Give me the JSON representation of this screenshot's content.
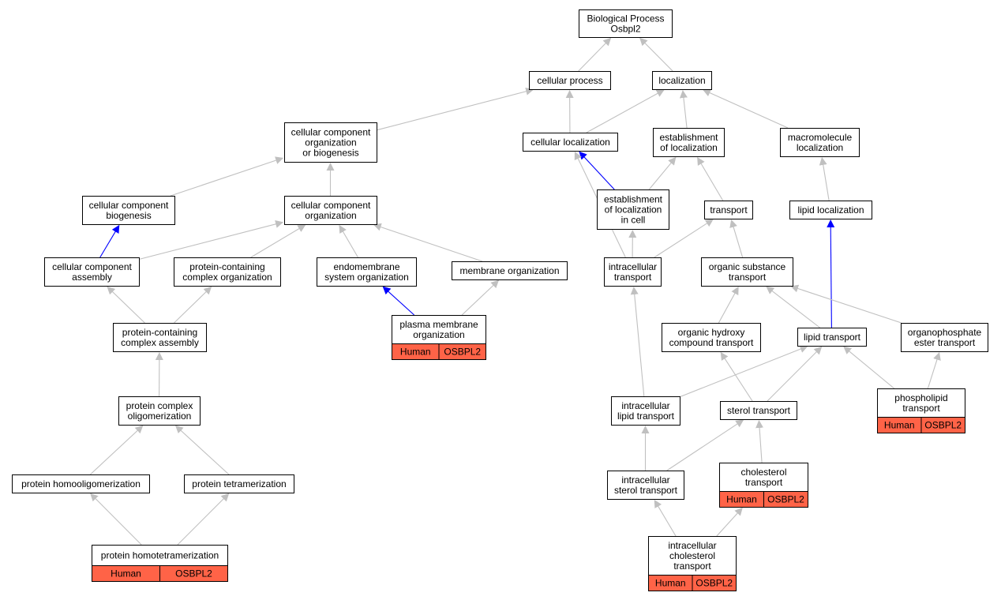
{
  "colors": {
    "edge_gray": "#c0c0c0",
    "edge_blue": "#0000ff",
    "tag_fill": "#ff6347"
  },
  "nodes": {
    "bp": {
      "lines": [
        "Biological Process",
        "Osbpl2"
      ]
    },
    "cp": {
      "lines": [
        "cellular process"
      ]
    },
    "loc": {
      "lines": [
        "localization"
      ]
    },
    "ccob": {
      "lines": [
        "cellular component",
        "organization",
        "or biogenesis"
      ]
    },
    "cl": {
      "lines": [
        "cellular localization"
      ]
    },
    "eol": {
      "lines": [
        "establishment",
        "of localization"
      ]
    },
    "ml": {
      "lines": [
        "macromolecule",
        "localization"
      ]
    },
    "ccb": {
      "lines": [
        "cellular component",
        "biogenesis"
      ]
    },
    "cco": {
      "lines": [
        "cellular component",
        "organization"
      ]
    },
    "eolc": {
      "lines": [
        "establishment",
        "of localization",
        "in cell"
      ]
    },
    "tr": {
      "lines": [
        "transport"
      ]
    },
    "ll": {
      "lines": [
        "lipid localization"
      ]
    },
    "cca": {
      "lines": [
        "cellular component",
        "assembly"
      ]
    },
    "pcco": {
      "lines": [
        "protein-containing",
        "complex organization"
      ]
    },
    "eso": {
      "lines": [
        "endomembrane",
        "system organization"
      ]
    },
    "mo": {
      "lines": [
        "membrane organization"
      ]
    },
    "it": {
      "lines": [
        "intracellular",
        "transport"
      ]
    },
    "ost": {
      "lines": [
        "organic substance",
        "transport"
      ]
    },
    "pmo": {
      "lines": [
        "plasma membrane",
        "organization"
      ],
      "tags": [
        "Human",
        "OSBPL2"
      ]
    },
    "pcca": {
      "lines": [
        "protein-containing",
        "complex assembly"
      ]
    },
    "ohct": {
      "lines": [
        "organic hydroxy",
        "compound transport"
      ]
    },
    "lt": {
      "lines": [
        "lipid transport"
      ]
    },
    "opet": {
      "lines": [
        "organophosphate",
        "ester transport"
      ]
    },
    "pco": {
      "lines": [
        "protein complex",
        "oligomerization"
      ]
    },
    "ilt": {
      "lines": [
        "intracellular",
        "lipid transport"
      ]
    },
    "st": {
      "lines": [
        "sterol transport"
      ]
    },
    "plt": {
      "lines": [
        "phospholipid",
        "transport"
      ],
      "tags": [
        "Human",
        "OSBPL2"
      ]
    },
    "pho": {
      "lines": [
        "protein homooligomerization"
      ]
    },
    "pt": {
      "lines": [
        "protein tetramerization"
      ]
    },
    "ist": {
      "lines": [
        "intracellular",
        "sterol transport"
      ]
    },
    "ct": {
      "lines": [
        "cholesterol",
        "transport"
      ],
      "tags": [
        "Human",
        "OSBPL2"
      ]
    },
    "pht": {
      "lines": [
        "protein homotetramerization"
      ],
      "tags": [
        "Human",
        "OSBPL2"
      ]
    },
    "ict": {
      "lines": [
        "intracellular",
        "cholesterol",
        "transport"
      ],
      "tags": [
        "Human",
        "OSBPL2"
      ]
    }
  },
  "edges": [
    {
      "from": "cp",
      "to": "bp",
      "color": "gray"
    },
    {
      "from": "loc",
      "to": "bp",
      "color": "gray"
    },
    {
      "from": "ccob",
      "to": "cp",
      "color": "gray"
    },
    {
      "from": "cl",
      "to": "cp",
      "color": "gray"
    },
    {
      "from": "cl",
      "to": "loc",
      "color": "gray"
    },
    {
      "from": "eol",
      "to": "loc",
      "color": "gray"
    },
    {
      "from": "ml",
      "to": "loc",
      "color": "gray"
    },
    {
      "from": "ccb",
      "to": "ccob",
      "color": "gray"
    },
    {
      "from": "cco",
      "to": "ccob",
      "color": "gray"
    },
    {
      "from": "eolc",
      "to": "cl",
      "color": "blue"
    },
    {
      "from": "eolc",
      "to": "eol",
      "color": "gray"
    },
    {
      "from": "tr",
      "to": "eol",
      "color": "gray"
    },
    {
      "from": "ll",
      "to": "ml",
      "color": "gray"
    },
    {
      "from": "cca",
      "to": "ccb",
      "color": "blue"
    },
    {
      "from": "cca",
      "to": "cco",
      "color": "gray"
    },
    {
      "from": "pcco",
      "to": "cco",
      "color": "gray"
    },
    {
      "from": "eso",
      "to": "cco",
      "color": "gray"
    },
    {
      "from": "mo",
      "to": "cco",
      "color": "gray"
    },
    {
      "from": "it",
      "to": "cl",
      "color": "gray"
    },
    {
      "from": "it",
      "to": "eolc",
      "color": "gray"
    },
    {
      "from": "it",
      "to": "tr",
      "color": "gray"
    },
    {
      "from": "ost",
      "to": "tr",
      "color": "gray"
    },
    {
      "from": "pmo",
      "to": "eso",
      "color": "blue"
    },
    {
      "from": "pmo",
      "to": "mo",
      "color": "gray"
    },
    {
      "from": "pcca",
      "to": "cca",
      "color": "gray"
    },
    {
      "from": "pcca",
      "to": "pcco",
      "color": "gray"
    },
    {
      "from": "ohct",
      "to": "ost",
      "color": "gray"
    },
    {
      "from": "lt",
      "to": "ll",
      "color": "blue"
    },
    {
      "from": "lt",
      "to": "ost",
      "color": "gray"
    },
    {
      "from": "opet",
      "to": "ost",
      "color": "gray"
    },
    {
      "from": "pco",
      "to": "pcca",
      "color": "gray"
    },
    {
      "from": "ilt",
      "to": "it",
      "color": "gray"
    },
    {
      "from": "ilt",
      "to": "lt",
      "color": "gray"
    },
    {
      "from": "st",
      "to": "ohct",
      "color": "gray"
    },
    {
      "from": "st",
      "to": "lt",
      "color": "gray"
    },
    {
      "from": "plt",
      "to": "lt",
      "color": "gray"
    },
    {
      "from": "plt",
      "to": "opet",
      "color": "gray"
    },
    {
      "from": "pho",
      "to": "pco",
      "color": "gray"
    },
    {
      "from": "pt",
      "to": "pco",
      "color": "gray"
    },
    {
      "from": "ist",
      "to": "ilt",
      "color": "gray"
    },
    {
      "from": "ist",
      "to": "st",
      "color": "gray"
    },
    {
      "from": "ct",
      "to": "st",
      "color": "gray"
    },
    {
      "from": "pht",
      "to": "pho",
      "color": "gray"
    },
    {
      "from": "pht",
      "to": "pt",
      "color": "gray"
    },
    {
      "from": "ict",
      "to": "ist",
      "color": "gray"
    },
    {
      "from": "ict",
      "to": "ct",
      "color": "gray"
    }
  ]
}
